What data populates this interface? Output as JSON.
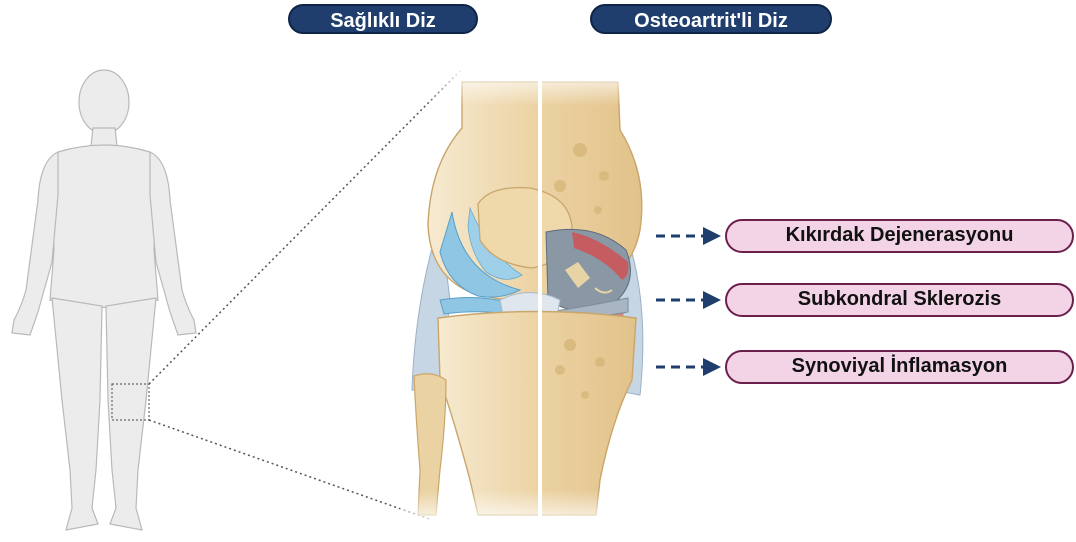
{
  "headers": {
    "healthy_knee": "Sağlıklı Diz",
    "oa_knee": "Osteoartrit'li Diz"
  },
  "labels": [
    "Kıkırdak Dejenerasyonu",
    "Subkondral Sklerozis",
    "Synoviyal İnflamasyon"
  ],
  "colors": {
    "header_fill": "#1f3d6d",
    "label_fill": "#f3d4e6",
    "label_border": "#6a1f4d",
    "arrow": "#1f3d6d",
    "bone": "#eed9b0",
    "cartilage": "#8ec6e4",
    "inflammation": "#d84a4a"
  }
}
